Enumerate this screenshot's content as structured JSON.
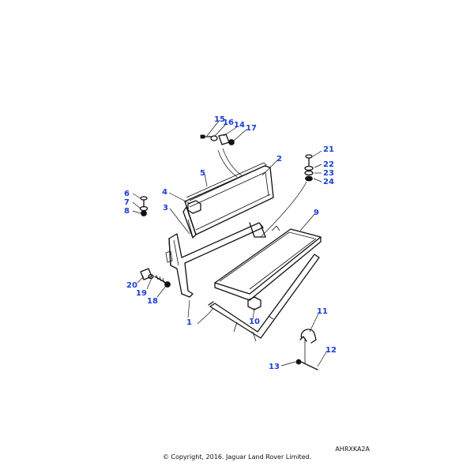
{
  "diagram": {
    "callouts": [
      "1",
      "2",
      "3",
      "4",
      "5",
      "6",
      "7",
      "8",
      "9",
      "10",
      "11",
      "12",
      "13",
      "14",
      "15",
      "16",
      "17",
      "18",
      "19",
      "20",
      "21",
      "22",
      "23",
      "24"
    ],
    "reference_code": "AHRXKA2A",
    "copyright": "© Copyright, 2016. Jaguar Land Rover Limited."
  }
}
